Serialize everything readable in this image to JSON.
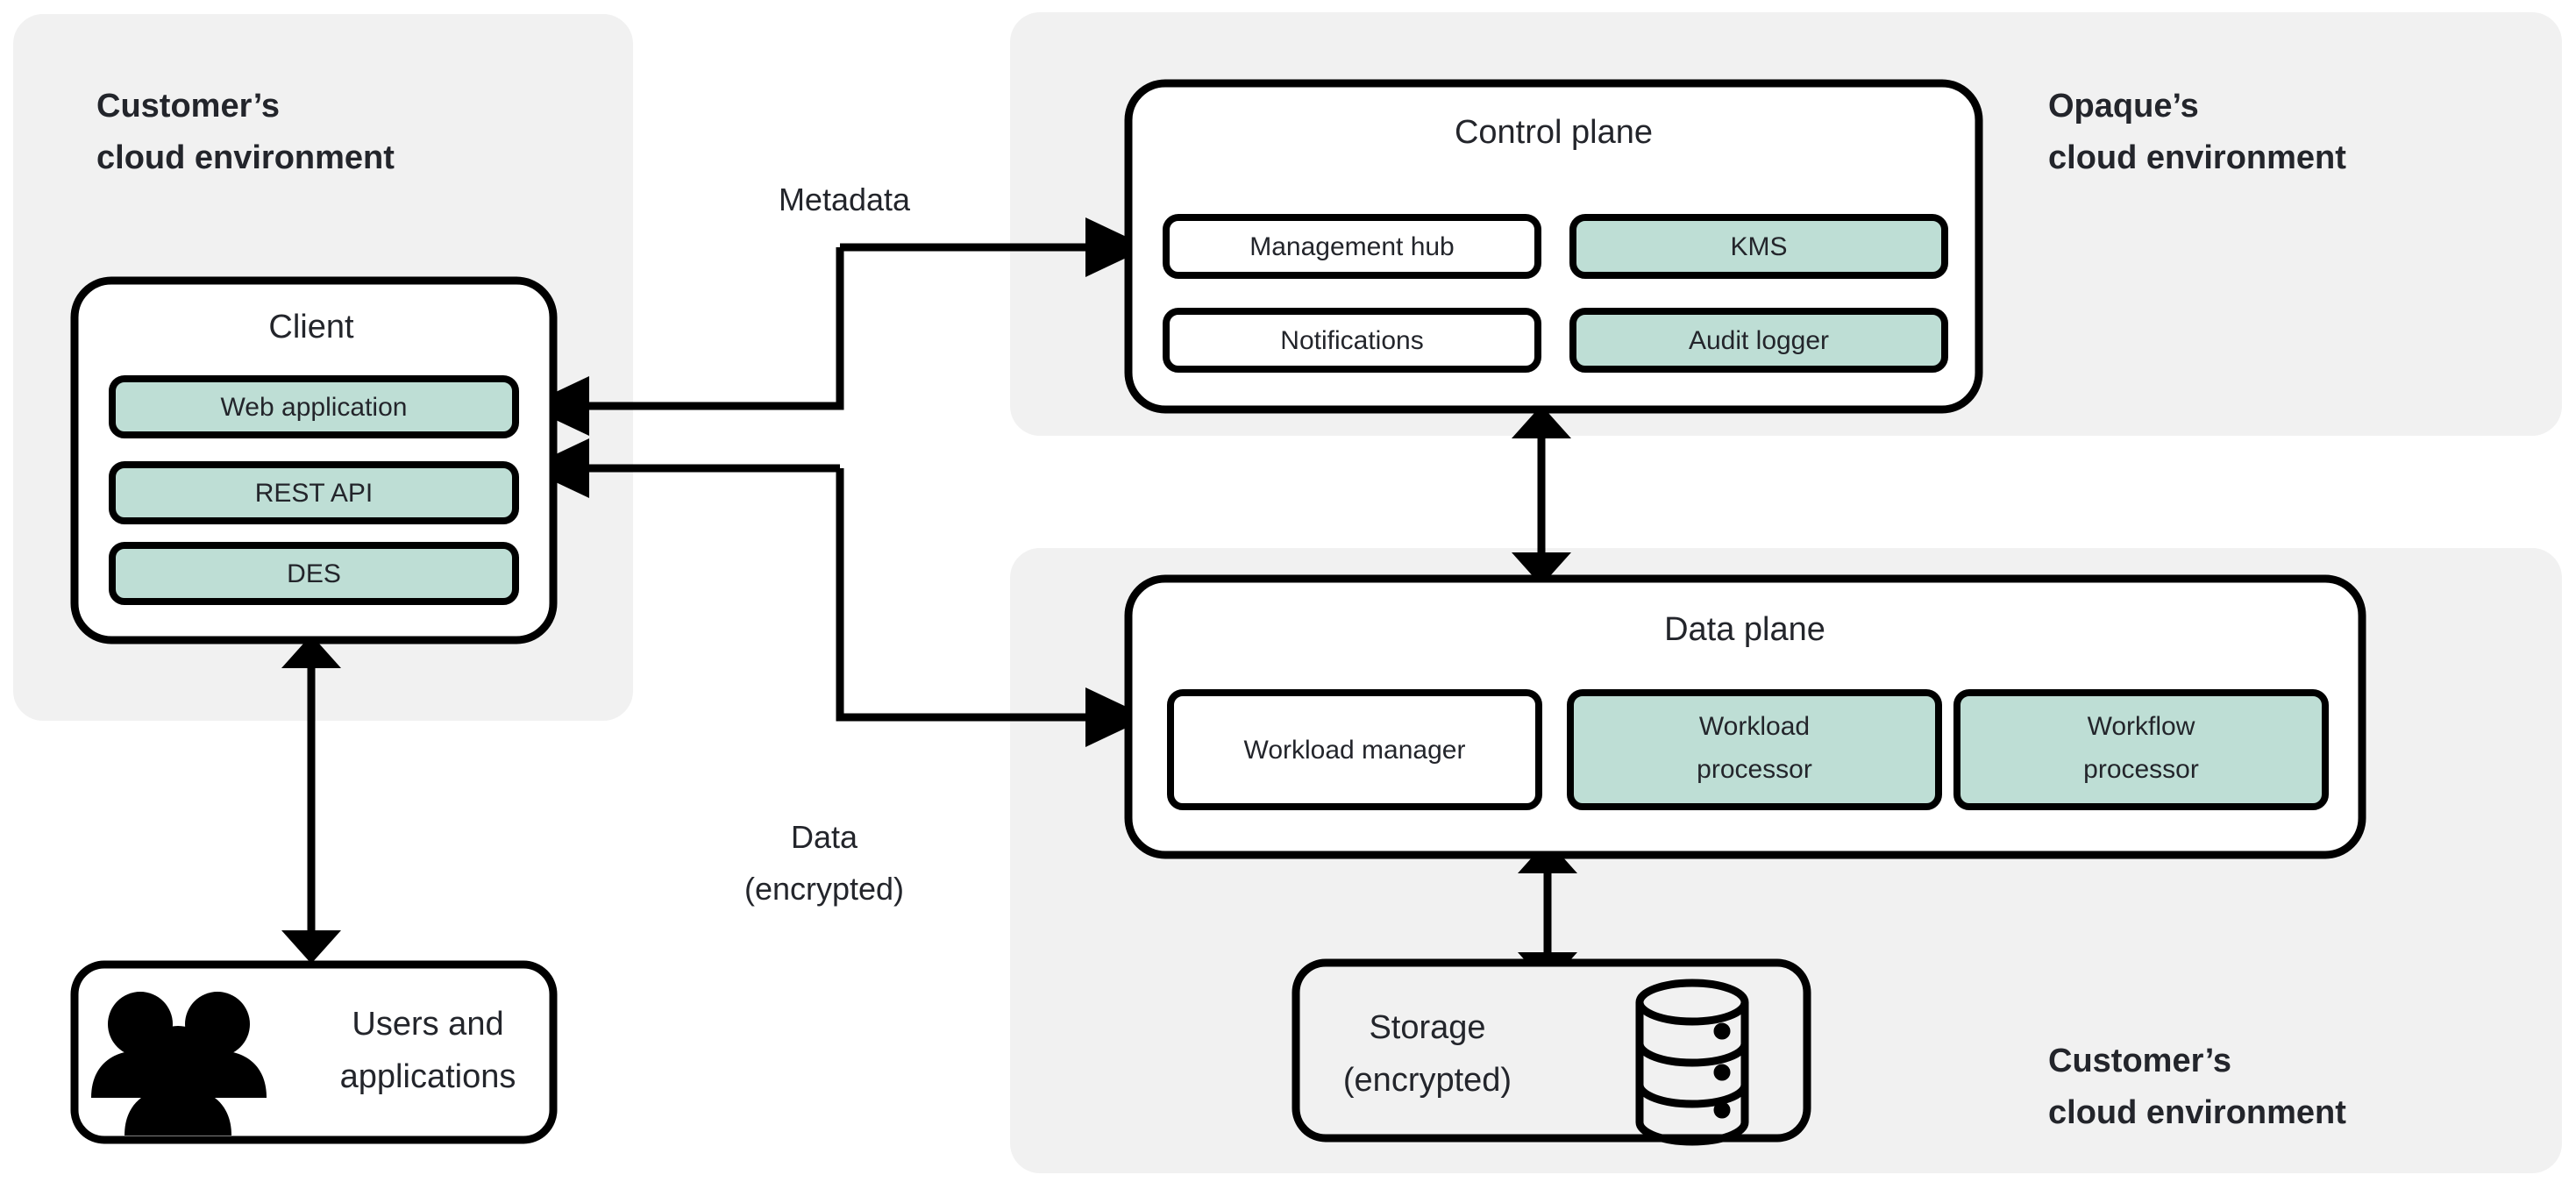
{
  "zones": {
    "customer_left": {
      "label_line1": "Customer’s",
      "label_line2": "cloud environment"
    },
    "opaque_top": {
      "label_line1": "Opaque’s",
      "label_line2": "cloud environment"
    },
    "customer_bottom": {
      "label_line1": "Customer’s",
      "label_line2": "cloud environment"
    }
  },
  "client": {
    "title": "Client",
    "components": [
      {
        "label": "Web application",
        "fill": "teal"
      },
      {
        "label": "REST API",
        "fill": "teal"
      },
      {
        "label": "DES",
        "fill": "teal"
      }
    ]
  },
  "control_plane": {
    "title": "Control plane",
    "components": [
      {
        "label": "Management hub",
        "fill": "white"
      },
      {
        "label": "KMS",
        "fill": "teal"
      },
      {
        "label": "Notifications",
        "fill": "white"
      },
      {
        "label": "Audit logger",
        "fill": "teal"
      }
    ]
  },
  "data_plane": {
    "title": "Data plane",
    "components": [
      {
        "label": "Workload manager",
        "fill": "white",
        "line1": "Workload manager",
        "line2": ""
      },
      {
        "label": "Workload processor",
        "fill": "teal",
        "line1": "Workload",
        "line2": "processor"
      },
      {
        "label": "Workflow processor",
        "fill": "teal",
        "line1": "Workflow",
        "line2": "processor"
      }
    ]
  },
  "storage": {
    "line1": "Storage",
    "line2": "(encrypted)",
    "icon": "database-icon"
  },
  "users": {
    "line1": "Users and",
    "line2": "applications",
    "icon": "users-group-icon"
  },
  "edges": {
    "metadata_label": "Metadata",
    "data_label_line1": "Data",
    "data_label_line2": "(encrypted)"
  },
  "colors": {
    "zone_background": "#F1F1F1",
    "accent_teal": "#BEDED5",
    "stroke": "#000000",
    "text": "#23252B",
    "card_background": "#FFFFFF"
  }
}
